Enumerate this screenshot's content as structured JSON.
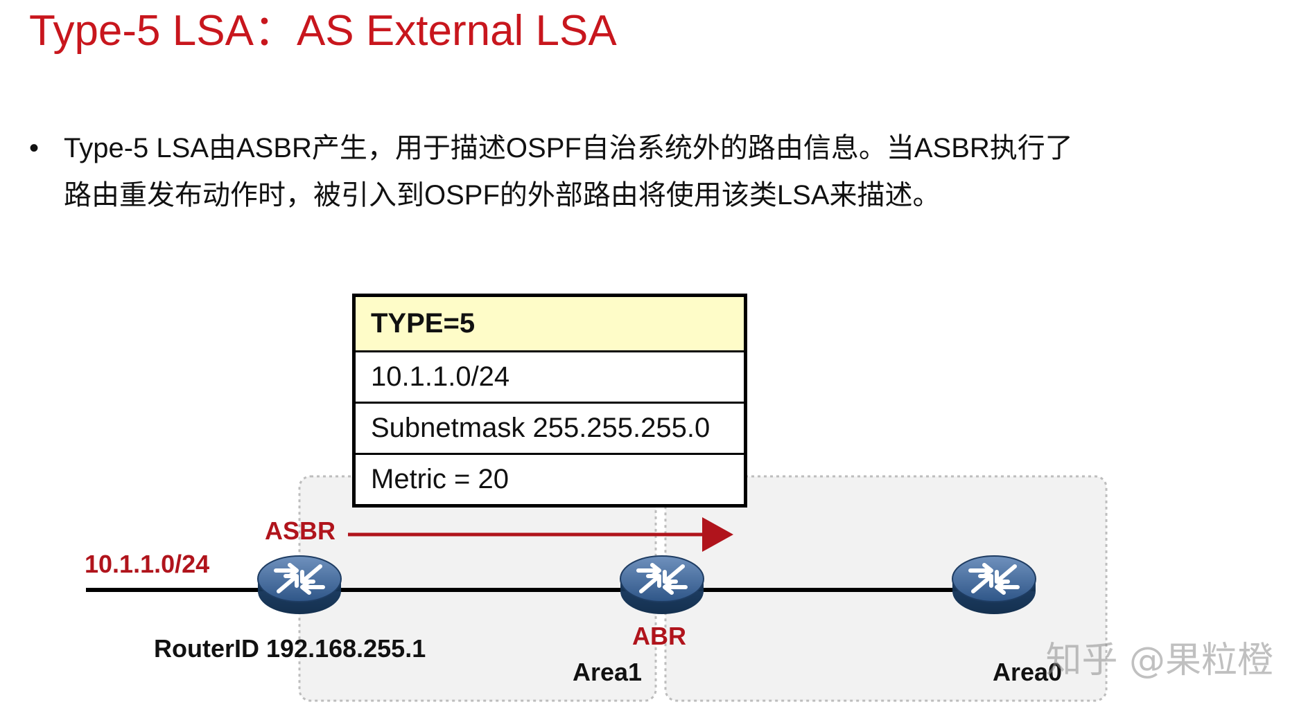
{
  "title": "Type-5 LSA：AS External LSA",
  "bullet": {
    "symbol": "•",
    "line1": "Type-5 LSA由ASBR产生，用于描述OSPF自治系统外的路由信息。当ASBR执行了",
    "line2": "路由重发布动作时，被引入到OSPF的外部路由将使用该类LSA来描述。"
  },
  "lsa_table": {
    "header": "TYPE=5",
    "rows": [
      "10.1.1.0/24",
      "Subnetmask 255.255.255.0",
      "Metric = 20"
    ],
    "header_color": "#fefcc8"
  },
  "diagram": {
    "asbr_label": "ASBR",
    "abr_label": "ABR",
    "external_network": "10.1.1.0/24",
    "router_id": "RouterID 192.168.255.1",
    "area1": "Area1",
    "area0": "Area0",
    "router_icon": "router-icon",
    "arrow_color": "#b0141c",
    "area_fill": "#f2f2f2"
  },
  "watermark": "知乎 @果粒橙"
}
